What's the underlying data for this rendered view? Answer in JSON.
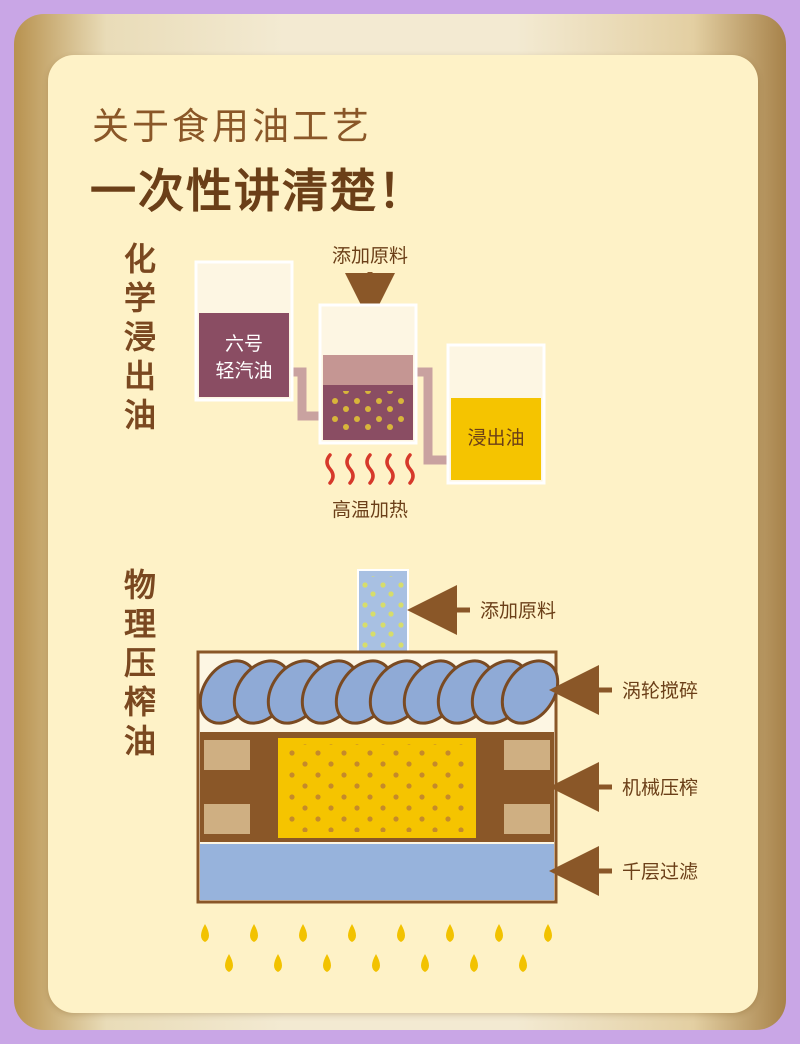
{
  "title_line1": "关于食用油工艺",
  "title_line2": "一次性讲清楚！",
  "chemical": {
    "section_label": "化学浸出油",
    "solvent_line1": "六号",
    "solvent_line2": "轻汽油",
    "add_material": "添加原料",
    "output": "浸出油",
    "heating": "高温加热"
  },
  "physical": {
    "section_label": "物理压榨油",
    "add_material": "添加原料",
    "step_crush": "涡轮搅碎",
    "step_press": "机械压榨",
    "step_filter": "千层过滤"
  },
  "colors": {
    "brown": "#8a5728",
    "purple_liquid": "#8a4d63",
    "oil_yellow": "#f5c400",
    "blue": "#97b3dc",
    "tan": "#cfaf82"
  }
}
